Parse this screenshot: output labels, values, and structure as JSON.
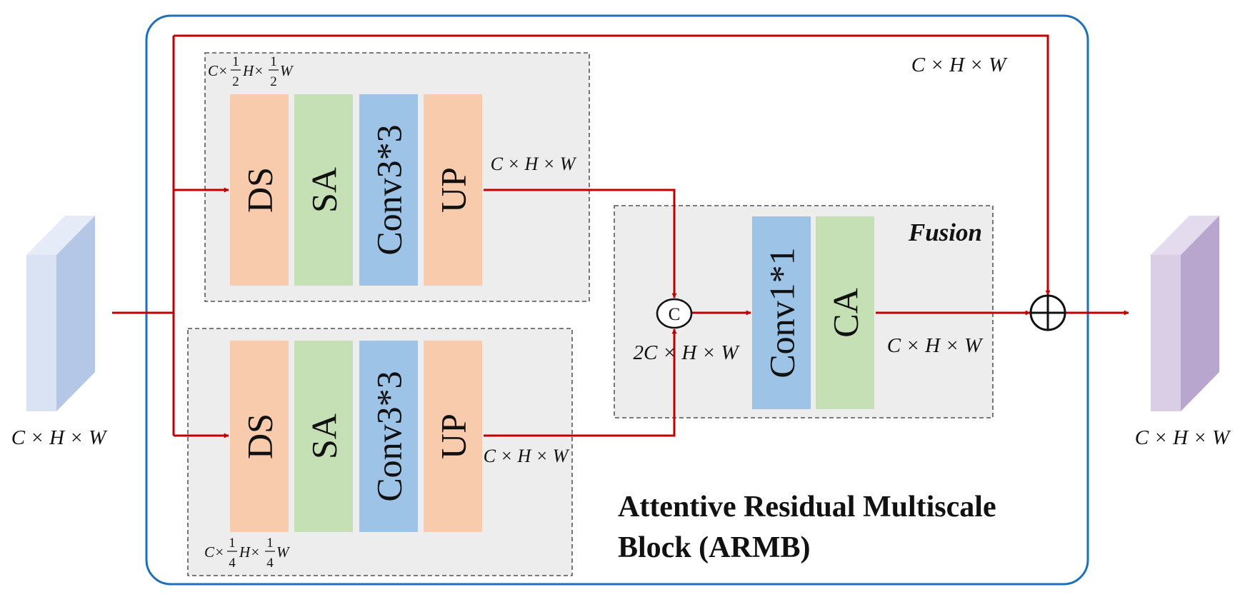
{
  "title": {
    "line1": "Attentive Residual Multiscale",
    "line2": "Block (ARMB)"
  },
  "fusion_label": "Fusion",
  "branch_top": {
    "blocks": [
      "DS",
      "SA",
      "Conv3*3",
      "UP"
    ],
    "scale_c": "C×",
    "scale_num": "1",
    "scale_den": "2",
    "scale_h": "H×",
    "scale_w": "W",
    "out_dim": "C × H × W"
  },
  "branch_bottom": {
    "blocks": [
      "DS",
      "SA",
      "Conv3*3",
      "UP"
    ],
    "scale_c": "C×",
    "scale_num": "1",
    "scale_den": "4",
    "scale_h": "H×",
    "scale_w": "W",
    "out_dim": "C × H × W"
  },
  "fusion_blocks": [
    "Conv1*1",
    "CA"
  ],
  "concat_symbol": "C",
  "concat_dim": "2C × H × W",
  "fusion_out_dim": "C × H × W",
  "skip_dim": "C × H × W",
  "input_dim": "C × H × W",
  "output_dim": "C × H × W",
  "colors": {
    "border": "#1f6fba",
    "wire": "#c00000",
    "panel": "#ededed",
    "orange": "#f8cbad",
    "green": "#c5e0b4",
    "blue": "#9dc3e6",
    "input_front": "#dae3f3",
    "input_side": "#b4c7e7",
    "output_front": "#d9cee6",
    "output_side": "#b9a6cf"
  }
}
